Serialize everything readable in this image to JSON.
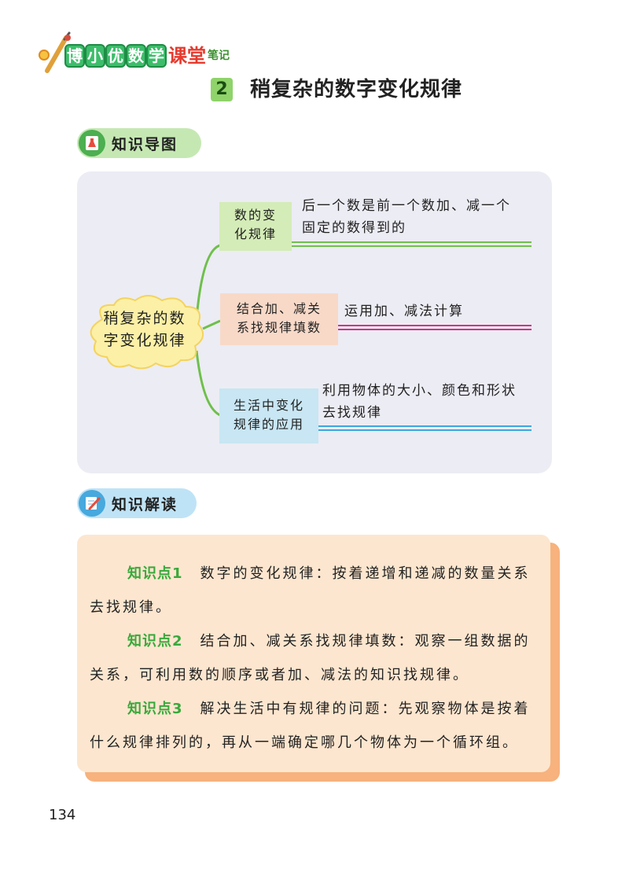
{
  "header": {
    "logo_chars": [
      "博",
      "小",
      "优",
      "数",
      "学"
    ],
    "logo_big": "课堂",
    "logo_small": "笔记",
    "section_number": "2",
    "section_title": "稍复杂的数字变化规律"
  },
  "headings": {
    "knowledge_map": "知识导图",
    "knowledge_reading": "知识解读"
  },
  "mind_map": {
    "central": [
      "稍复杂的数",
      "字变化规律"
    ],
    "branches": [
      {
        "node": [
          "数的变",
          "化规律"
        ],
        "desc": [
          "后一个数是前一个数加、减一个",
          "固定的数得到的"
        ]
      },
      {
        "node": [
          "结合加、减关",
          "系找规律填数"
        ],
        "desc": [
          "运用加、减法计算"
        ]
      },
      {
        "node": [
          "生活中变化",
          "规律的应用"
        ],
        "desc": [
          "利用物体的大小、颜色和形状",
          "去找规律"
        ]
      }
    ]
  },
  "knowledge_points": [
    {
      "label": "知识点1",
      "line1": "数字的变化规律：按着递增和递减的数量关系",
      "line2": "去找规律。"
    },
    {
      "label": "知识点2",
      "line1": "结合加、减关系找规律填数：观察一组数据的",
      "line2": "关系，可利用数的顺序或者加、减法的知识找规律。"
    },
    {
      "label": "知识点3",
      "line1": "解决生活中有规律的问题：先观察物体是按着",
      "line2": "什么规律排列的，再从一端确定哪几个物体为一个循环组。"
    }
  ],
  "page_number": "134",
  "colors": {
    "green_line": "#6ec04a",
    "pink_line": "#d6308a",
    "blue_line": "#3ba7e0",
    "point_label": "#3aa83c"
  }
}
